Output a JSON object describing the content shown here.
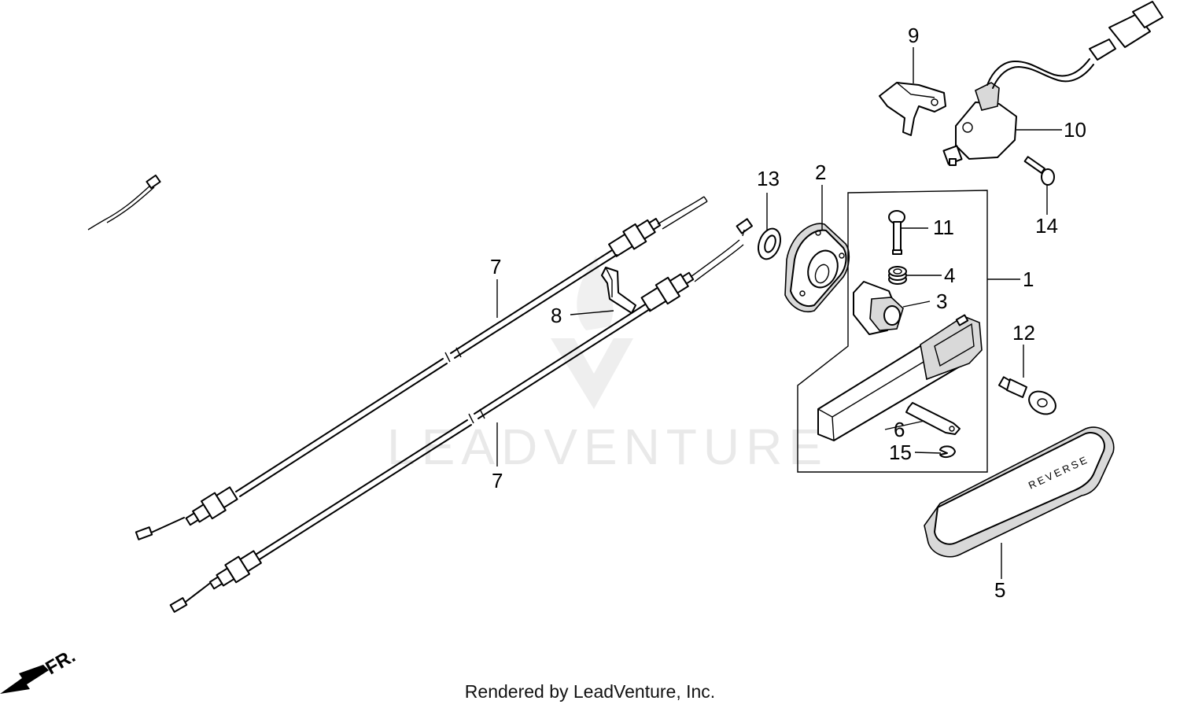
{
  "callouts": {
    "c1": "1",
    "c2": "2",
    "c3": "3",
    "c4": "4",
    "c5": "5",
    "c6": "6",
    "c7a": "7",
    "c7b": "7",
    "c8": "8",
    "c9": "9",
    "c10": "10",
    "c11": "11",
    "c12": "12",
    "c13": "13",
    "c14": "14",
    "c15": "15"
  },
  "grip_text": "REVERSE",
  "front_indicator": "FR.",
  "watermark_text": "LEADVENTURE",
  "footer": "Rendered by LeadVenture, Inc."
}
